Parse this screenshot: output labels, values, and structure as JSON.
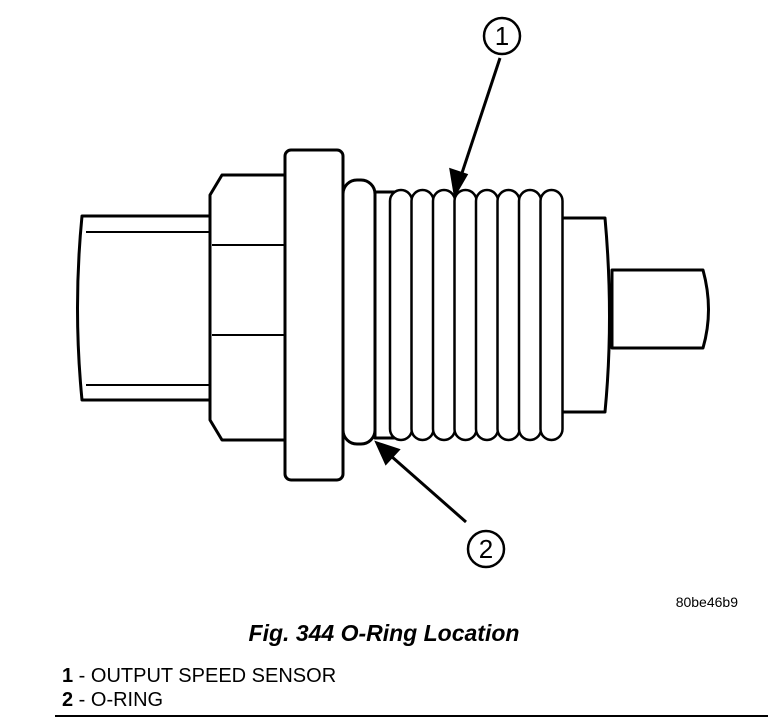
{
  "figure": {
    "callouts": [
      "1",
      "2"
    ],
    "reference_id": "80be46b9",
    "caption": "Fig. 344 O-Ring Location"
  },
  "legend": [
    {
      "num": "1",
      "text": " - OUTPUT SPEED SENSOR"
    },
    {
      "num": "2",
      "text": " - O-RING"
    }
  ]
}
